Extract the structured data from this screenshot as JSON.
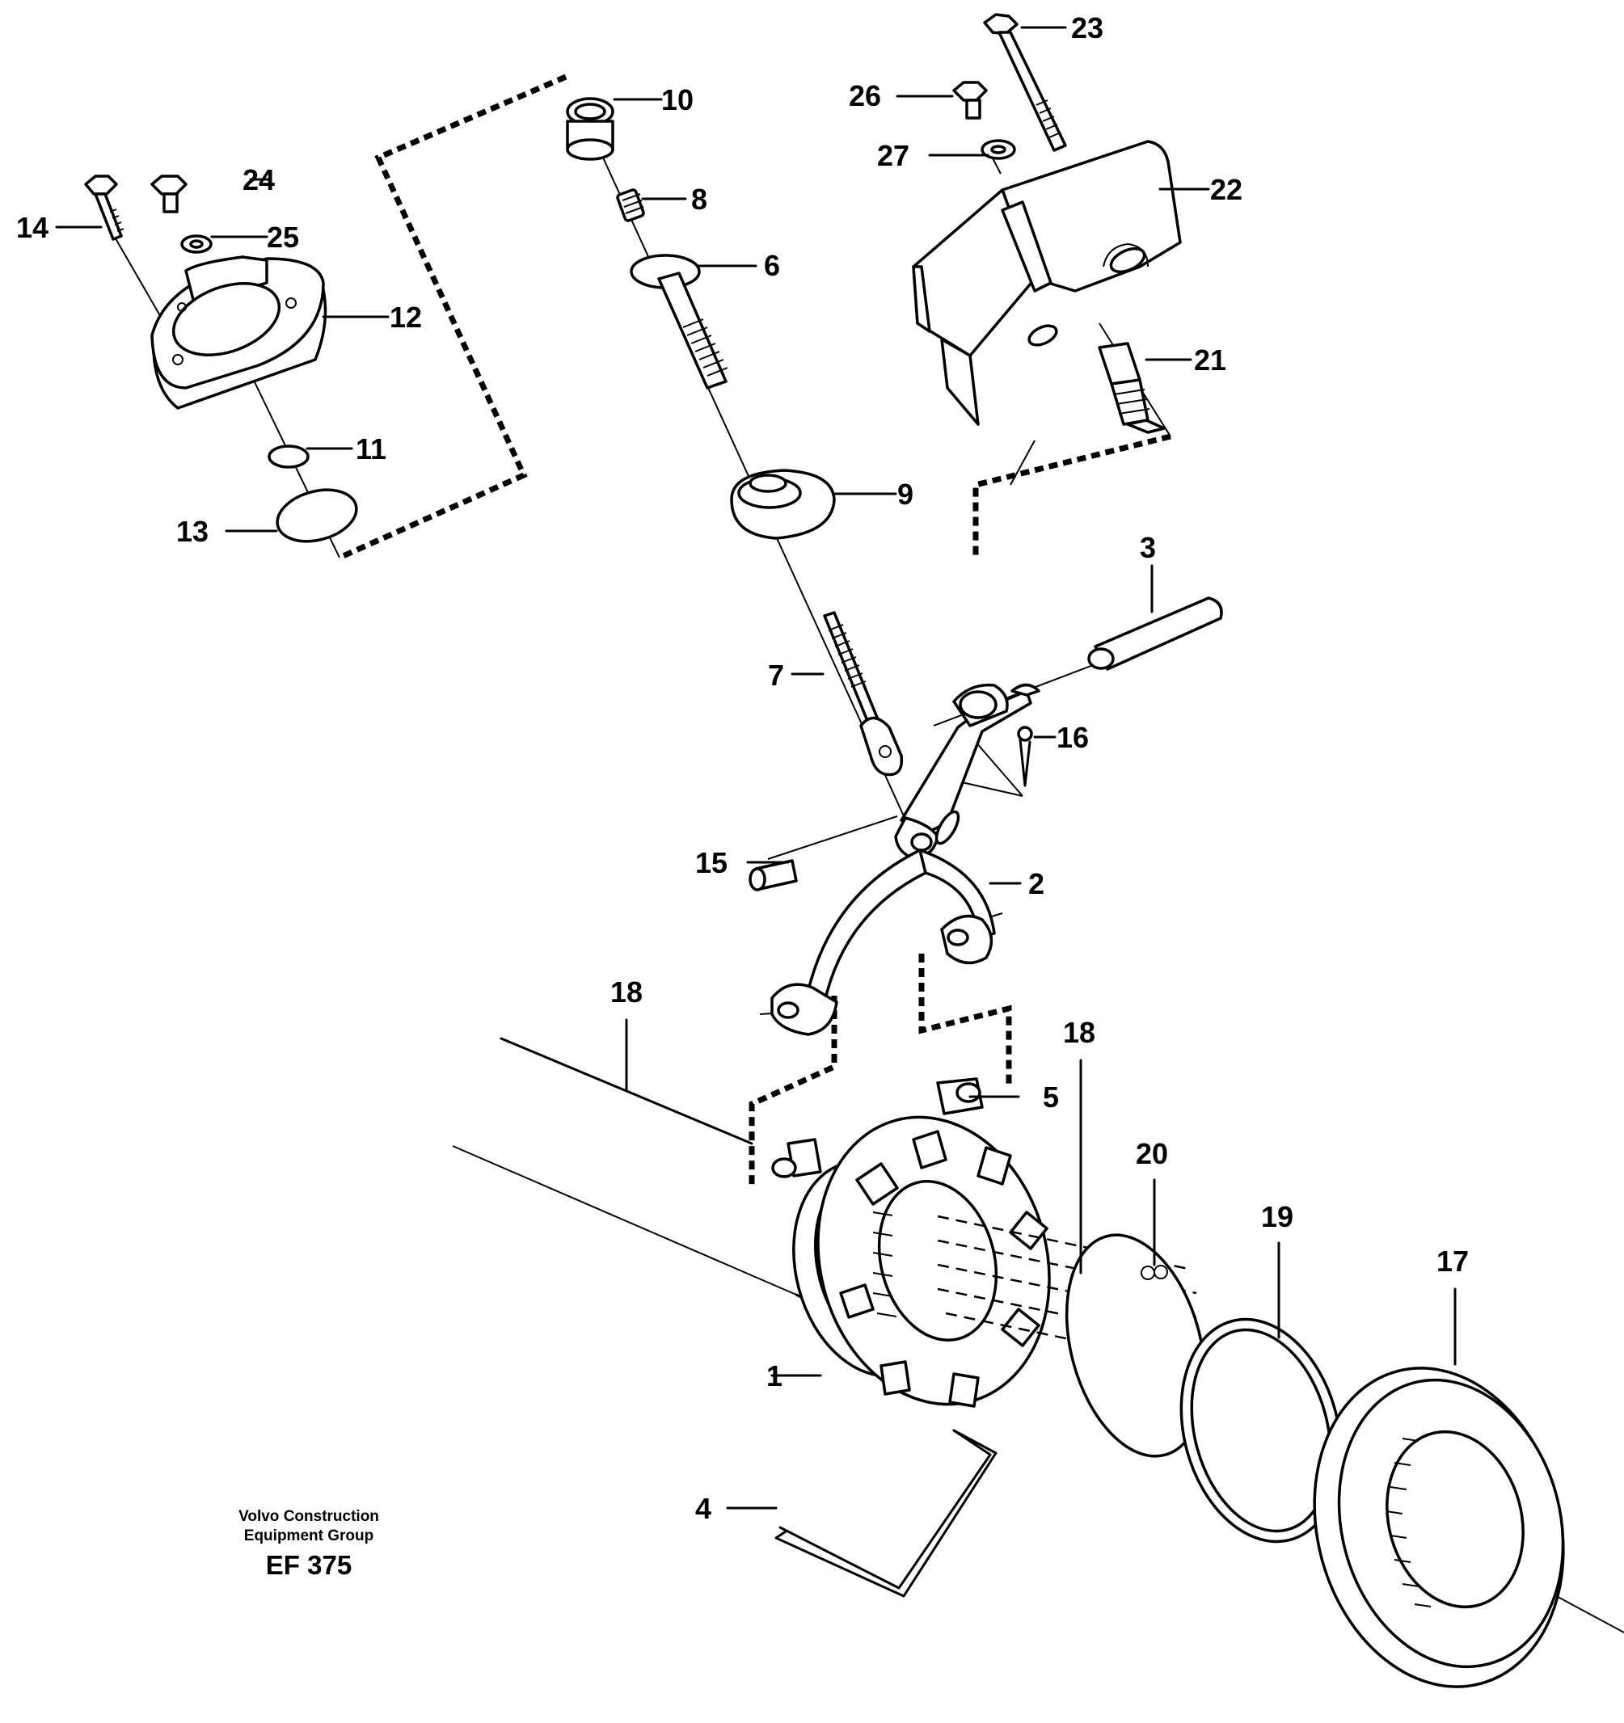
{
  "diagram": {
    "labels": {
      "p1": "1",
      "p2": "2",
      "p3": "3",
      "p4": "4",
      "p5": "5",
      "p6": "6",
      "p7": "7",
      "p8": "8",
      "p9": "9",
      "p10": "10",
      "p11": "11",
      "p12": "12",
      "p13": "13",
      "p14": "14",
      "p15": "15",
      "p16": "16",
      "p17": "17",
      "p18a": "18",
      "p18b": "18",
      "p19": "19",
      "p20": "20",
      "p21": "21",
      "p22": "22",
      "p23": "23",
      "p24": "24",
      "p25": "25",
      "p26": "26",
      "p27": "27"
    },
    "caption": {
      "line1": "Volvo Construction",
      "line2": "Equipment Group",
      "code": "EF 375"
    }
  }
}
